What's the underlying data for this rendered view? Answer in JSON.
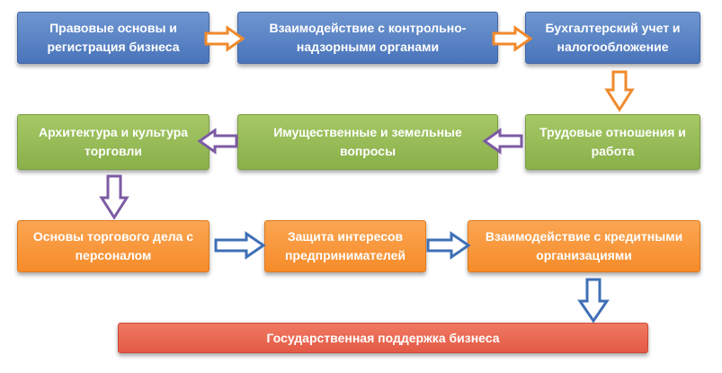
{
  "diagram": {
    "nodes": [
      {
        "id": "legal",
        "text": "Правовые основы и регистрация бизнеса",
        "color": "blue"
      },
      {
        "id": "control",
        "text": "Взаимодействие с контрольно-надзорными органами",
        "color": "blue"
      },
      {
        "id": "accounting",
        "text": "Бухгалтерский учет и налогообложение",
        "color": "blue"
      },
      {
        "id": "labor",
        "text": "Трудовые отношения и работа",
        "color": "green"
      },
      {
        "id": "property",
        "text": "Имущественные и земельные вопросы",
        "color": "green"
      },
      {
        "id": "architecture",
        "text": "Архитектура и культура торговли",
        "color": "green"
      },
      {
        "id": "trade",
        "text": "Основы торгового дела с персоналом",
        "color": "orange"
      },
      {
        "id": "protection",
        "text": "Защита интересов предпринимателей",
        "color": "orange"
      },
      {
        "id": "credit",
        "text": "Взаимодействие с кредитными организациями",
        "color": "orange"
      },
      {
        "id": "support",
        "text": "Государственная поддержка бизнеса",
        "color": "red"
      }
    ],
    "arrow_colors": {
      "orange": "#f08a2c",
      "purple": "#7c5ba3",
      "blue": "#3f6fb6"
    },
    "box_colors": {
      "blue": "#4f7ac0",
      "green": "#8db452",
      "orange": "#f7922f",
      "red": "#e45f4a"
    }
  }
}
